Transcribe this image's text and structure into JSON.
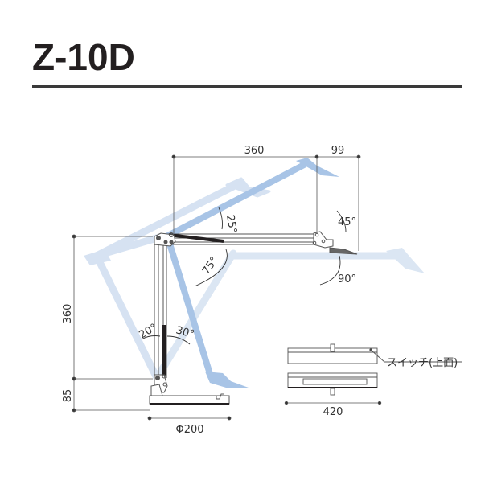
{
  "header": {
    "model_name": "Z-10D"
  },
  "dimensions": {
    "arm_horizontal": "360",
    "head_offset": "99",
    "height_upper": "360",
    "height_base": "85",
    "base_diameter": "Φ200",
    "head_length": "420"
  },
  "angles": {
    "upper_arm_tilt": "25°",
    "head_tilt_up": "45°",
    "head_tilt_down": "90°",
    "upper_arm_down": "75°",
    "lower_arm_back": "20°",
    "lower_arm_forward": "30°"
  },
  "labels": {
    "switch_callout": "スイッチ(上面)"
  },
  "colors": {
    "line": "#333333",
    "ghost_blue_light": "#c9d9ee",
    "ghost_blue": "#9dbde3",
    "arm_dark": "#231f20"
  }
}
